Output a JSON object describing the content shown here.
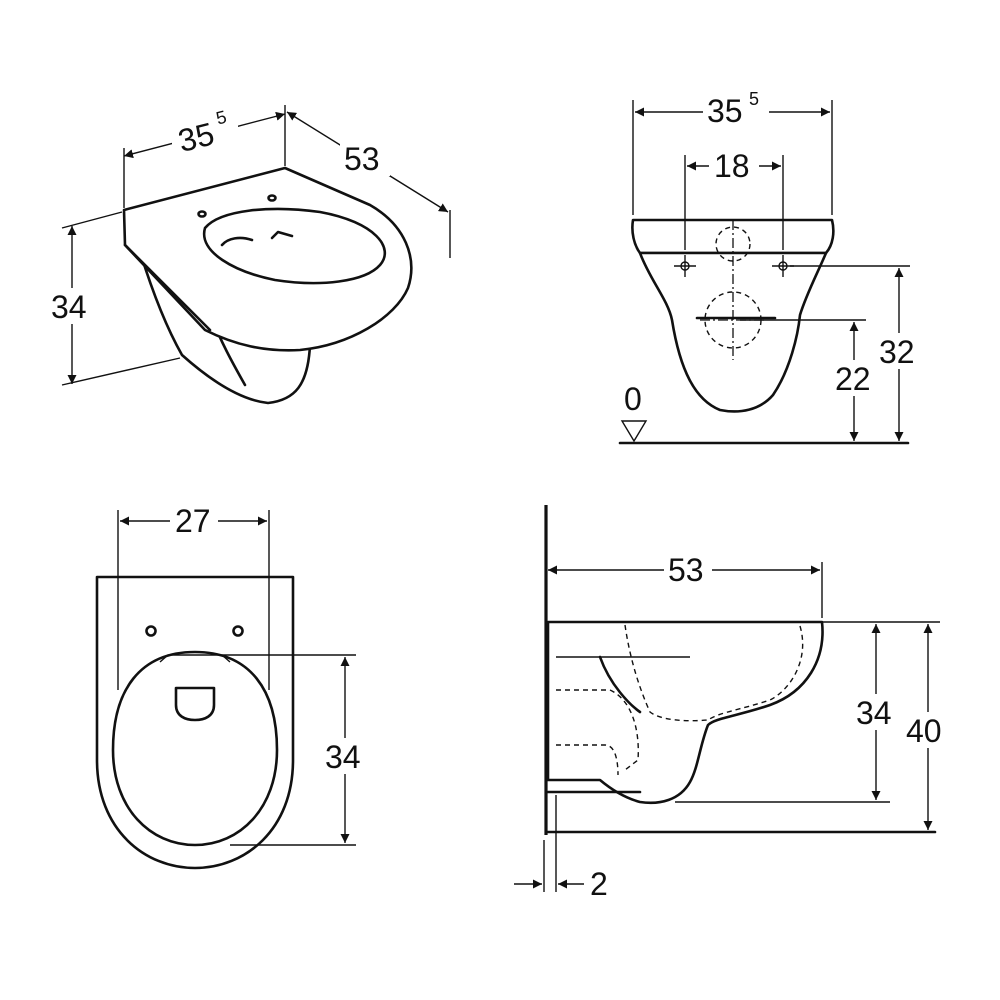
{
  "dimensions": {
    "iso_width": {
      "value": "35",
      "sup": "5"
    },
    "iso_depth": "53",
    "iso_height": "34",
    "front_width": {
      "value": "35",
      "sup": "5"
    },
    "front_holes": "18",
    "front_upper": "32",
    "front_lower": "22",
    "front_floor": "0",
    "top_width": "27",
    "top_seat": "34",
    "side_depth": "53",
    "side_rim": "34",
    "side_total": "40",
    "side_wall": "2"
  }
}
